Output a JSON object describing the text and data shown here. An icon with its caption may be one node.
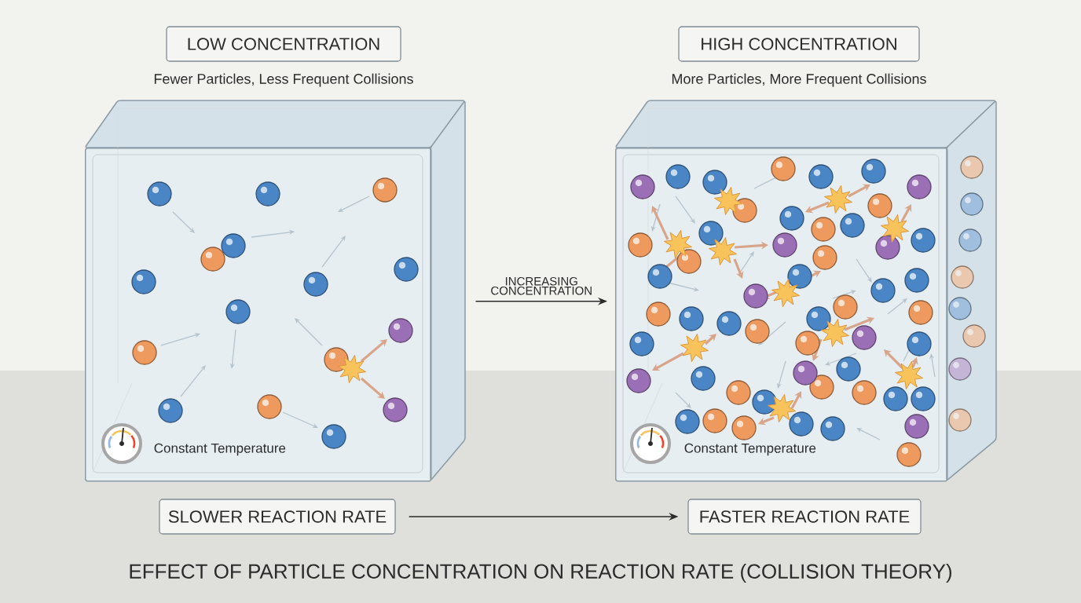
{
  "diagram": {
    "title": "EFFECT OF PARTICLE CONCENTRATION ON REACTION RATE (COLLISION THEORY)",
    "nodes": [
      {
        "text": [
          "LOW CONCENTRATION"
        ],
        "beside": [
          "Fewer Particles, Less Frequent Collisions"
        ]
      },
      {
        "text": [
          "HIGH CONCENTRATION"
        ],
        "beside": [
          "More Particles, More Frequent Collisions"
        ]
      },
      {
        "text": [
          "Constant Temperature"
        ]
      },
      {
        "text": [
          "Constant Temperature"
        ]
      },
      {
        "text": [
          "SLOWER REACTION RATE"
        ]
      },
      {
        "text": [
          "FASTER REACTION RATE"
        ]
      }
    ],
    "edges": [
      {
        "from": 2,
        "to": 3,
        "arrow": "to",
        "label": "INCREASING CONCENTRATION"
      },
      {
        "from": 4,
        "to": 5,
        "arrow": "to"
      }
    ]
  }
}
